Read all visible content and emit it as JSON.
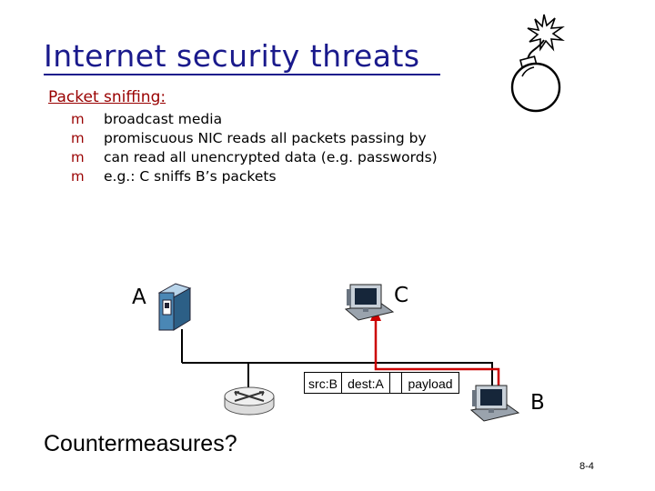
{
  "slide": {
    "title": "Internet security threats",
    "subhead": "Packet sniffing:",
    "bullet_marker": "m",
    "bullets": [
      "broadcast media",
      "promiscuous NIC reads all packets passing by",
      "can read all unencrypted data (e.g. passwords)",
      "e.g.: C sniffs B’s packets"
    ],
    "countermeasures": "Countermeasures?",
    "page_number": "8-4"
  },
  "diagram": {
    "hosts": {
      "a": "A",
      "c": "C",
      "b": "B"
    },
    "packet": {
      "src": "src:B",
      "dest": "dest:A",
      "payload": "payload"
    },
    "colors": {
      "title": "#1a1a8c",
      "accent": "#990000",
      "sniff_path": "#cc0000",
      "server": "#4a87b5"
    }
  }
}
